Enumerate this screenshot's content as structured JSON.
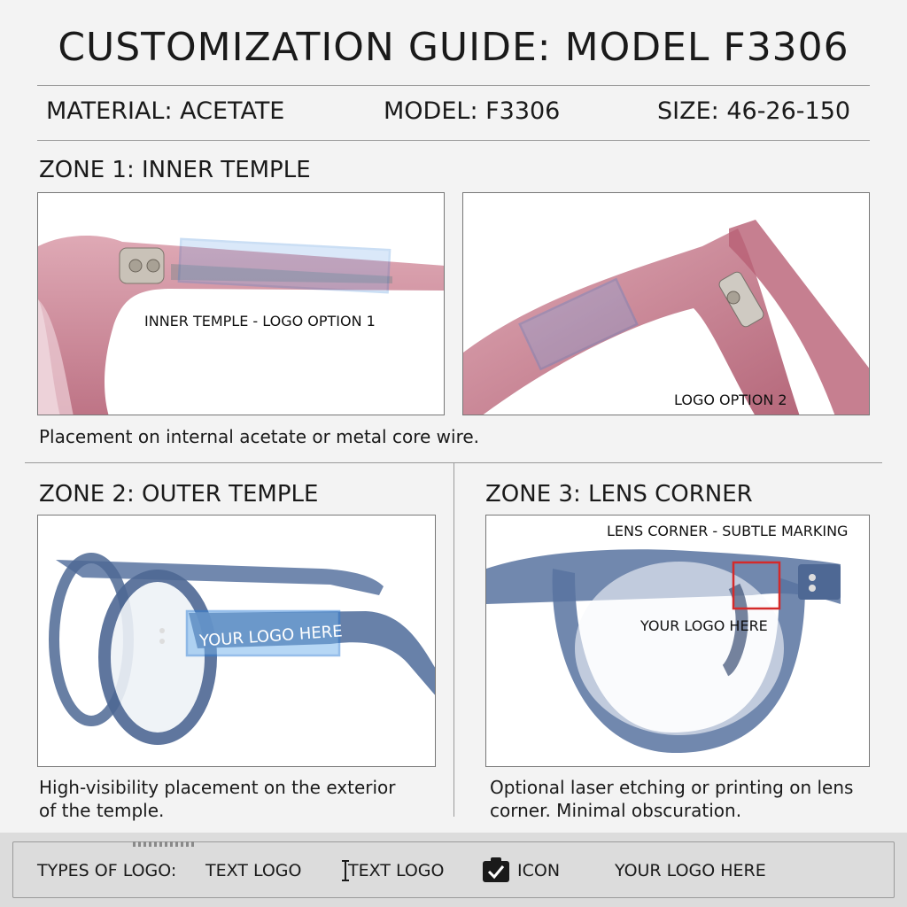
{
  "title": "CUSTOMIZATION GUIDE: MODEL F3306",
  "specs": {
    "material": "MATERIAL: ACETATE",
    "model": "MODEL: F3306",
    "size": "SIZE: 46-26-150"
  },
  "zone1": {
    "title": "ZONE 1: INNER TEMPLE",
    "panel_a_label": "INNER TEMPLE - LOGO OPTION 1",
    "panel_b_label": "LOGO OPTION 2",
    "caption": "Placement on internal acetate or metal core wire."
  },
  "zone2": {
    "title": "ZONE 2: OUTER TEMPLE",
    "logo_text": "YOUR LOGO HERE",
    "caption_line1": "High-visibility placement on the exterior",
    "caption_line2": "of the temple."
  },
  "zone3": {
    "title": "ZONE 3: LENS CORNER",
    "label": "LENS CORNER - SUBTLE MARKING",
    "logo_text": "YOUR LOGO HERE",
    "caption_line1": "Optional laser etching or printing on lens",
    "caption_line2": "corner. Minimal obscuration."
  },
  "footer": {
    "types_label": "TYPES OF LOGO:",
    "item1": "TEXT LOGO",
    "item2": "TEXT LOGO",
    "item3": "ICON",
    "item4": "YOUR LOGO HERE",
    "icons": [
      "text-cursor-icon",
      "badge-check-icon"
    ]
  },
  "colors": {
    "highlight_blue": "#2f7fd6",
    "highlight_red": "#d42a2a",
    "frame_pink": "#c9798a",
    "frame_blue": "#5873a0"
  }
}
